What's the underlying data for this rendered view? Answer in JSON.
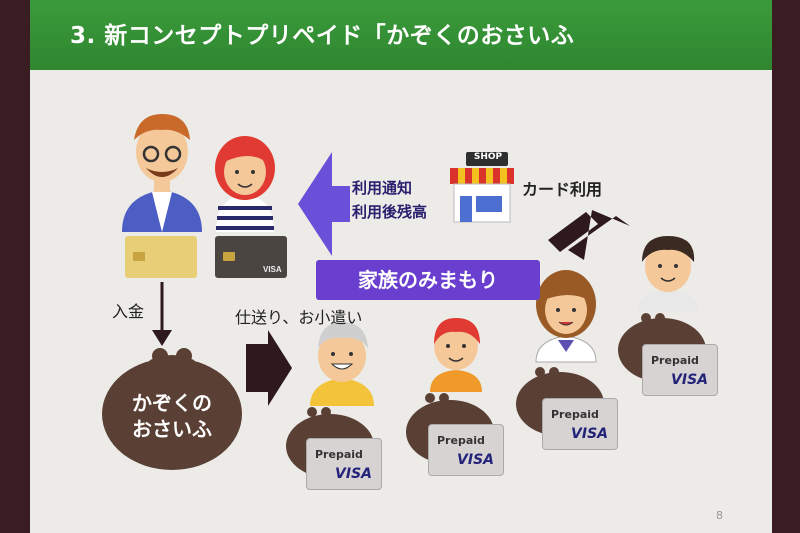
{
  "title": "3. 新コンセプトプリペイド「かぞくのおさいふ",
  "notice_line1": "利用通知",
  "notice_line2": "利用後残高",
  "card_use": "カード利用",
  "deposit": "入金",
  "allowance": "仕送り、お小遣い",
  "watch": "家族のみまもり",
  "purse_line1": "かぞくの",
  "purse_line2": "おさいふ",
  "shop": "SHOP",
  "prepaid_label": "Prepaid",
  "visa_label": "VISA",
  "page_number": "8",
  "colors": {
    "title_bar": "#3b9b3a",
    "watch_box": "#6a3fcf",
    "arrow_purple": "#6a4fd8",
    "purse_brown": "#5a4034"
  }
}
